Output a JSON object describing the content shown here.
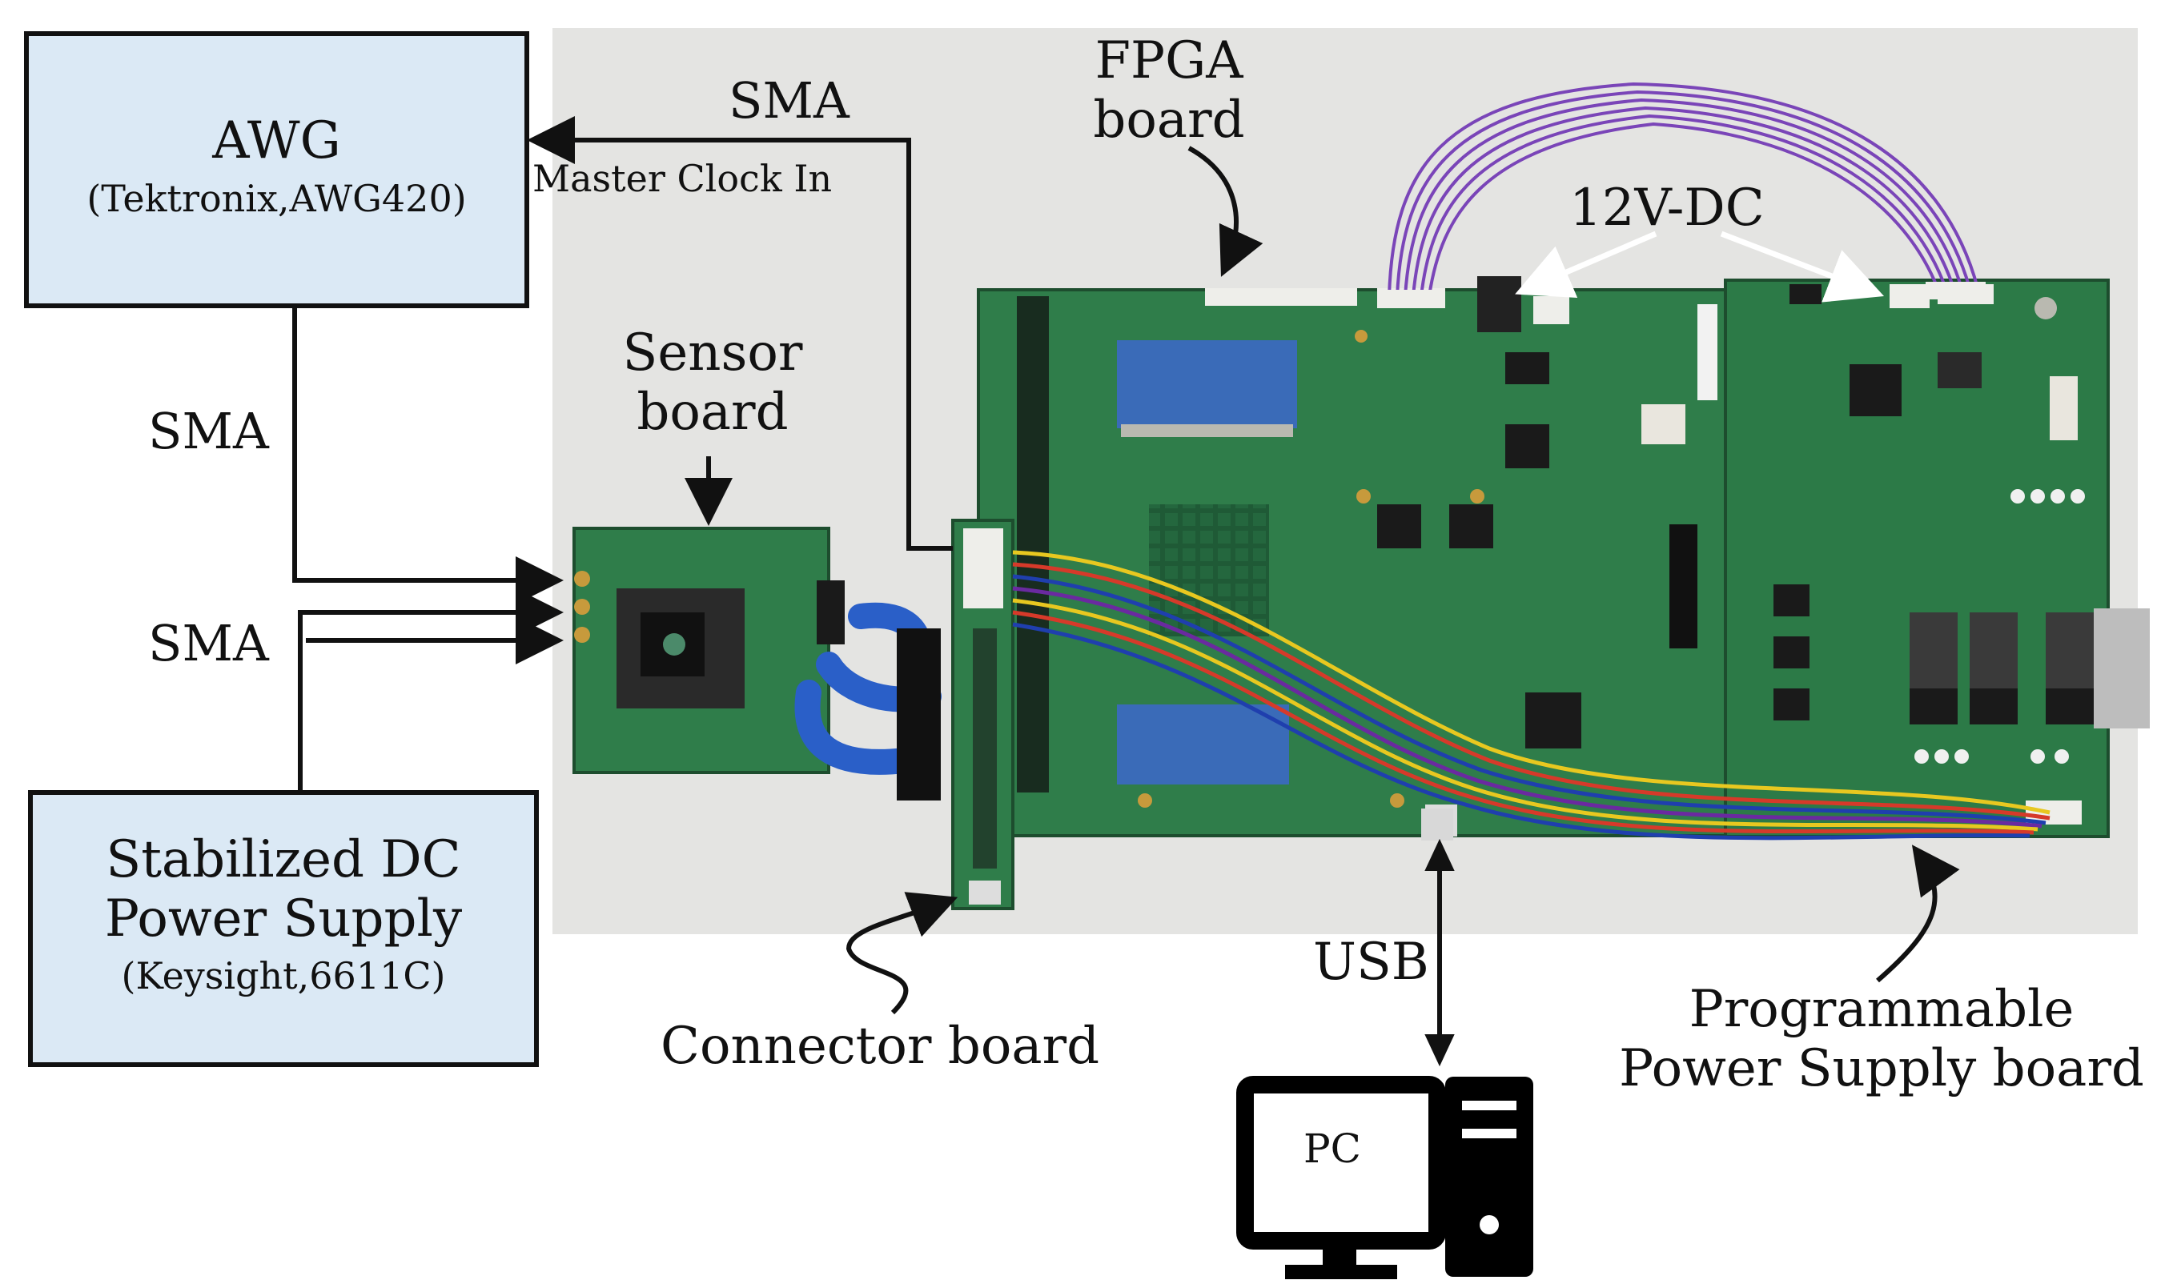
{
  "devices": {
    "awg": {
      "name": "AWG",
      "model": "(Tektronix,AWG420)"
    },
    "psu": {
      "line1": "Stabilized DC",
      "line2": "Power Supply",
      "model": "(Keysight,6611C)"
    },
    "pc": {
      "label": "PC"
    }
  },
  "labels": {
    "sma_top": "SMA",
    "master_clock_in": "Master Clock In",
    "sma_left_upper": "SMA",
    "sma_left_lower": "SMA",
    "fpga_line1": "FPGA",
    "fpga_line2": "board",
    "dc12v": "12V-DC",
    "sensor_line1": "Sensor",
    "sensor_line2": "board",
    "connector_board": "Connector board",
    "usb": "USB",
    "pps_line1": "Programmable",
    "pps_line2": "Power Supply board"
  },
  "colors": {
    "box_fill": "#dbe9f5",
    "box_stroke": "#111111",
    "line": "#111111",
    "pcb_green": "#2f7d4a",
    "photo_bg": "#e4e4e2",
    "ribbon_blue": "#2a5fc8",
    "wire_purple": "#7a45b8",
    "arrow_white": "#ffffff"
  }
}
